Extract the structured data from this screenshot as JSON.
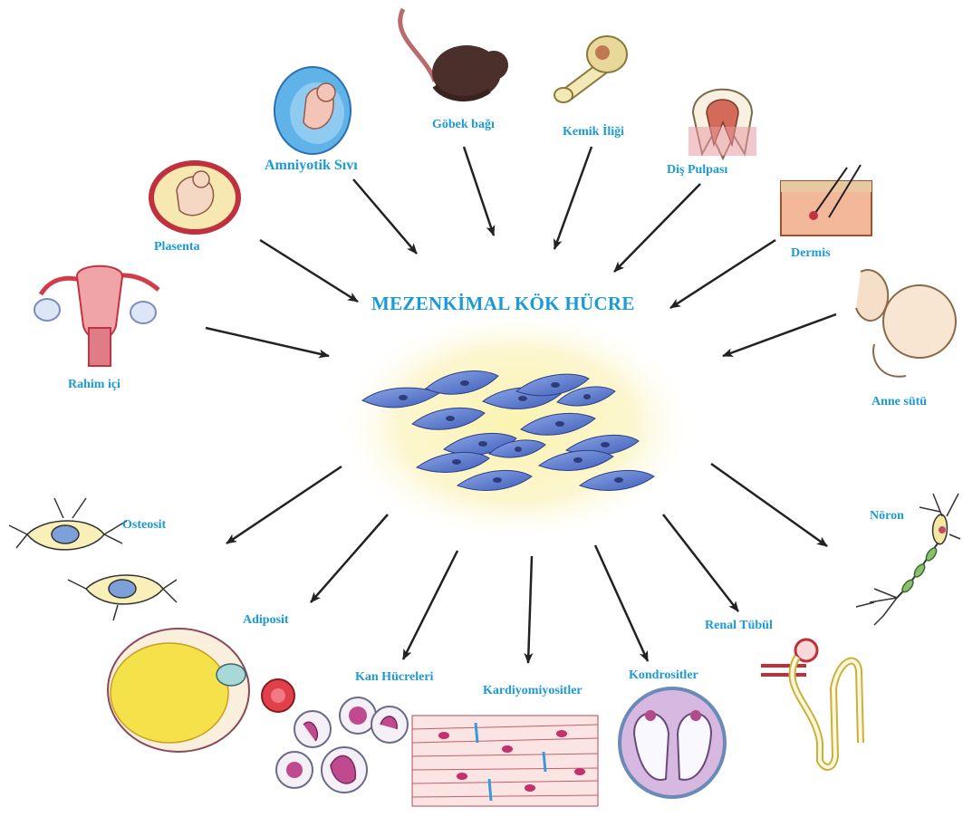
{
  "title": "MEZENKİMAL KÖK HÜCRE",
  "sources": [
    {
      "id": "rahim",
      "label": "Rahim içi"
    },
    {
      "id": "plasenta",
      "label": "Plasenta"
    },
    {
      "id": "amniyotik",
      "label": "Amniyotik Sıvı"
    },
    {
      "id": "gobek",
      "label": "Göbek bağı"
    },
    {
      "id": "kemik",
      "label": "Kemik İliği"
    },
    {
      "id": "dis",
      "label": "Diş Pulpası"
    },
    {
      "id": "dermis",
      "label": "Dermis"
    },
    {
      "id": "anne",
      "label": "Anne sütü"
    }
  ],
  "derivatives": [
    {
      "id": "osteosit",
      "label": "Osteosit"
    },
    {
      "id": "adiposit",
      "label": "Adiposit"
    },
    {
      "id": "kan",
      "label": "Kan Hücreleri"
    },
    {
      "id": "kardiyo",
      "label": "Kardiyomiyositler"
    },
    {
      "id": "kondro",
      "label": "Kondrositler"
    },
    {
      "id": "renal",
      "label": "Renal Tübül"
    },
    {
      "id": "noron",
      "label": "Nöron"
    }
  ],
  "colors": {
    "label": "#1b9ad6",
    "arrow": "#222222",
    "glow": "#fbf3b8",
    "cell": "#5b78c9"
  }
}
